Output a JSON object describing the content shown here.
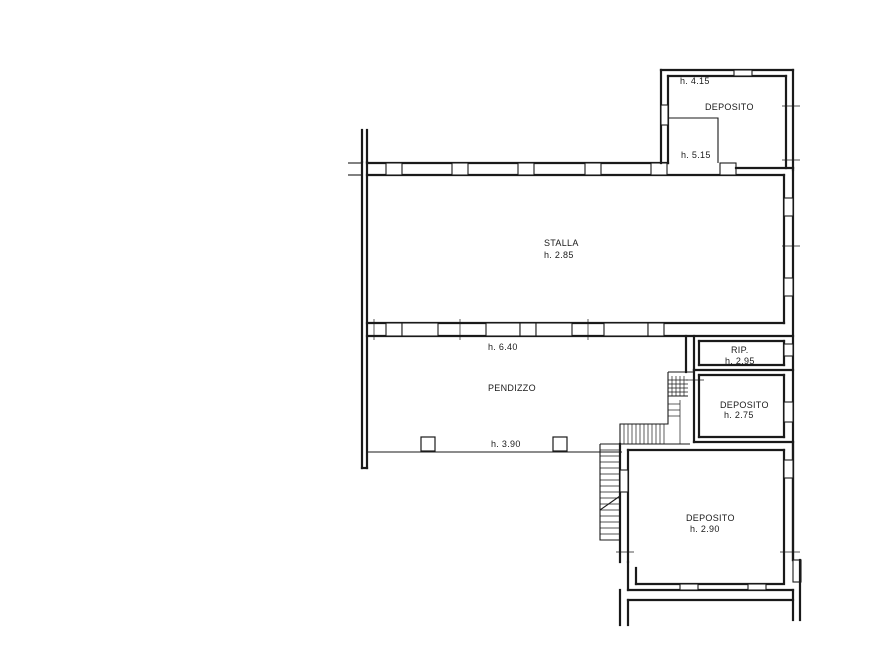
{
  "rooms": {
    "deposito_top": {
      "name": "DEPOSITO",
      "h_upper": "h. 4.15",
      "h_lower": "h. 5.15"
    },
    "stalla": {
      "name": "STALLA",
      "height": "h. 2.85"
    },
    "pendizzo": {
      "name": "PENDIZZO",
      "h_upper": "h. 6.40",
      "h_lower": "h. 3.90"
    },
    "rip": {
      "name": "RIP.",
      "height": "h. 2.95"
    },
    "deposito_mid": {
      "name": "DEPOSITO",
      "height": "h. 2.75"
    },
    "deposito_low": {
      "name": "DEPOSITO",
      "height": "h. 2.90"
    }
  }
}
